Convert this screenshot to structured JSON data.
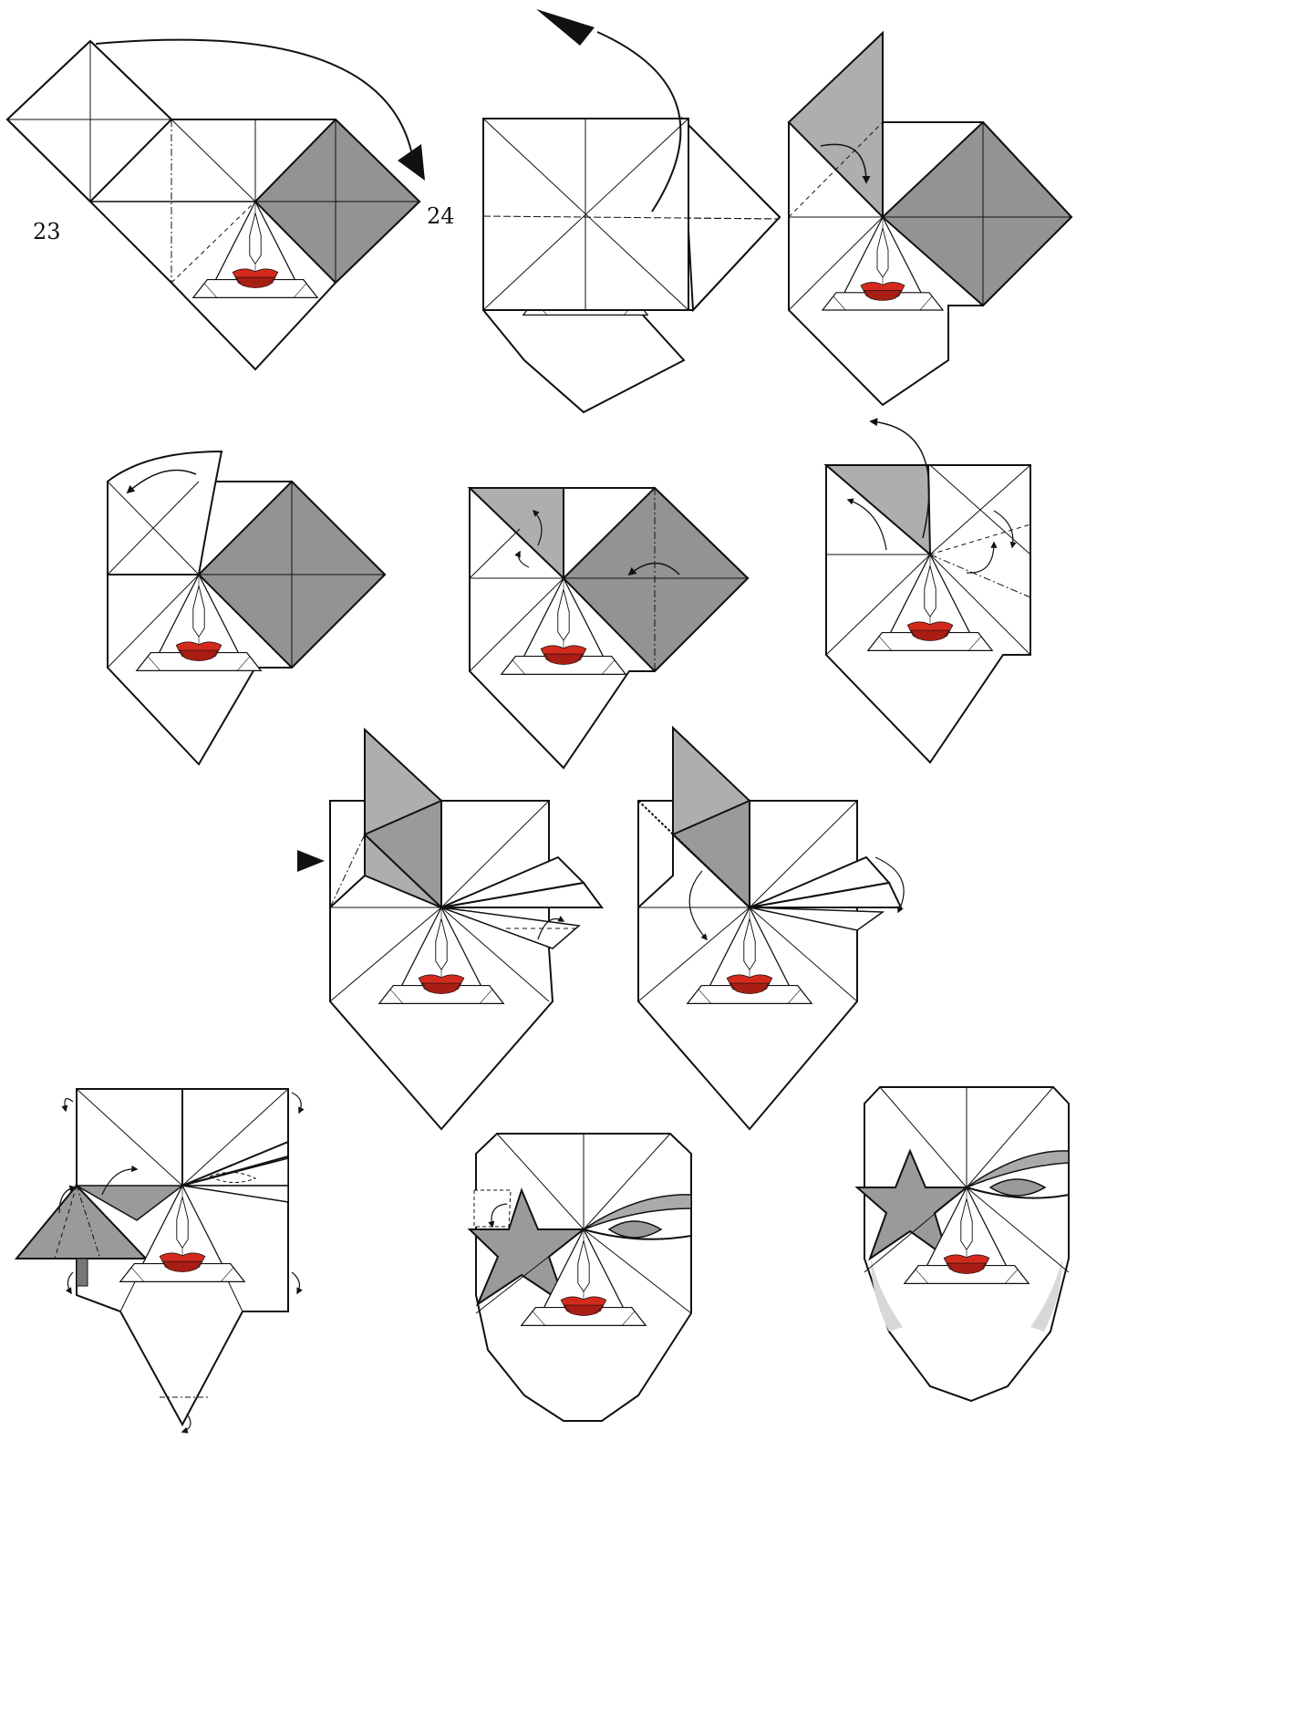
{
  "diagram": {
    "step_labels": [
      "23",
      "24"
    ],
    "colors": {
      "paper": "#ffffff",
      "shade": "#9b9b9b",
      "light_shade": "#b3b3b3",
      "lips": "#d42a1e",
      "lips_dark": "#9a1a12",
      "line": "#111111"
    },
    "steps": [
      {
        "id": "step-23",
        "kind": "start"
      },
      {
        "id": "step-24",
        "kind": "flip"
      },
      {
        "id": "step-25",
        "kind": "fold-down"
      },
      {
        "id": "step-26",
        "kind": "fold-back"
      },
      {
        "id": "step-27",
        "kind": "squash"
      },
      {
        "id": "step-28",
        "kind": "unfold"
      },
      {
        "id": "step-29",
        "kind": "star-point"
      },
      {
        "id": "step-30",
        "kind": "star-point-2"
      },
      {
        "id": "step-31",
        "kind": "shape"
      },
      {
        "id": "step-32",
        "kind": "eye"
      },
      {
        "id": "step-33",
        "kind": "final"
      }
    ]
  }
}
